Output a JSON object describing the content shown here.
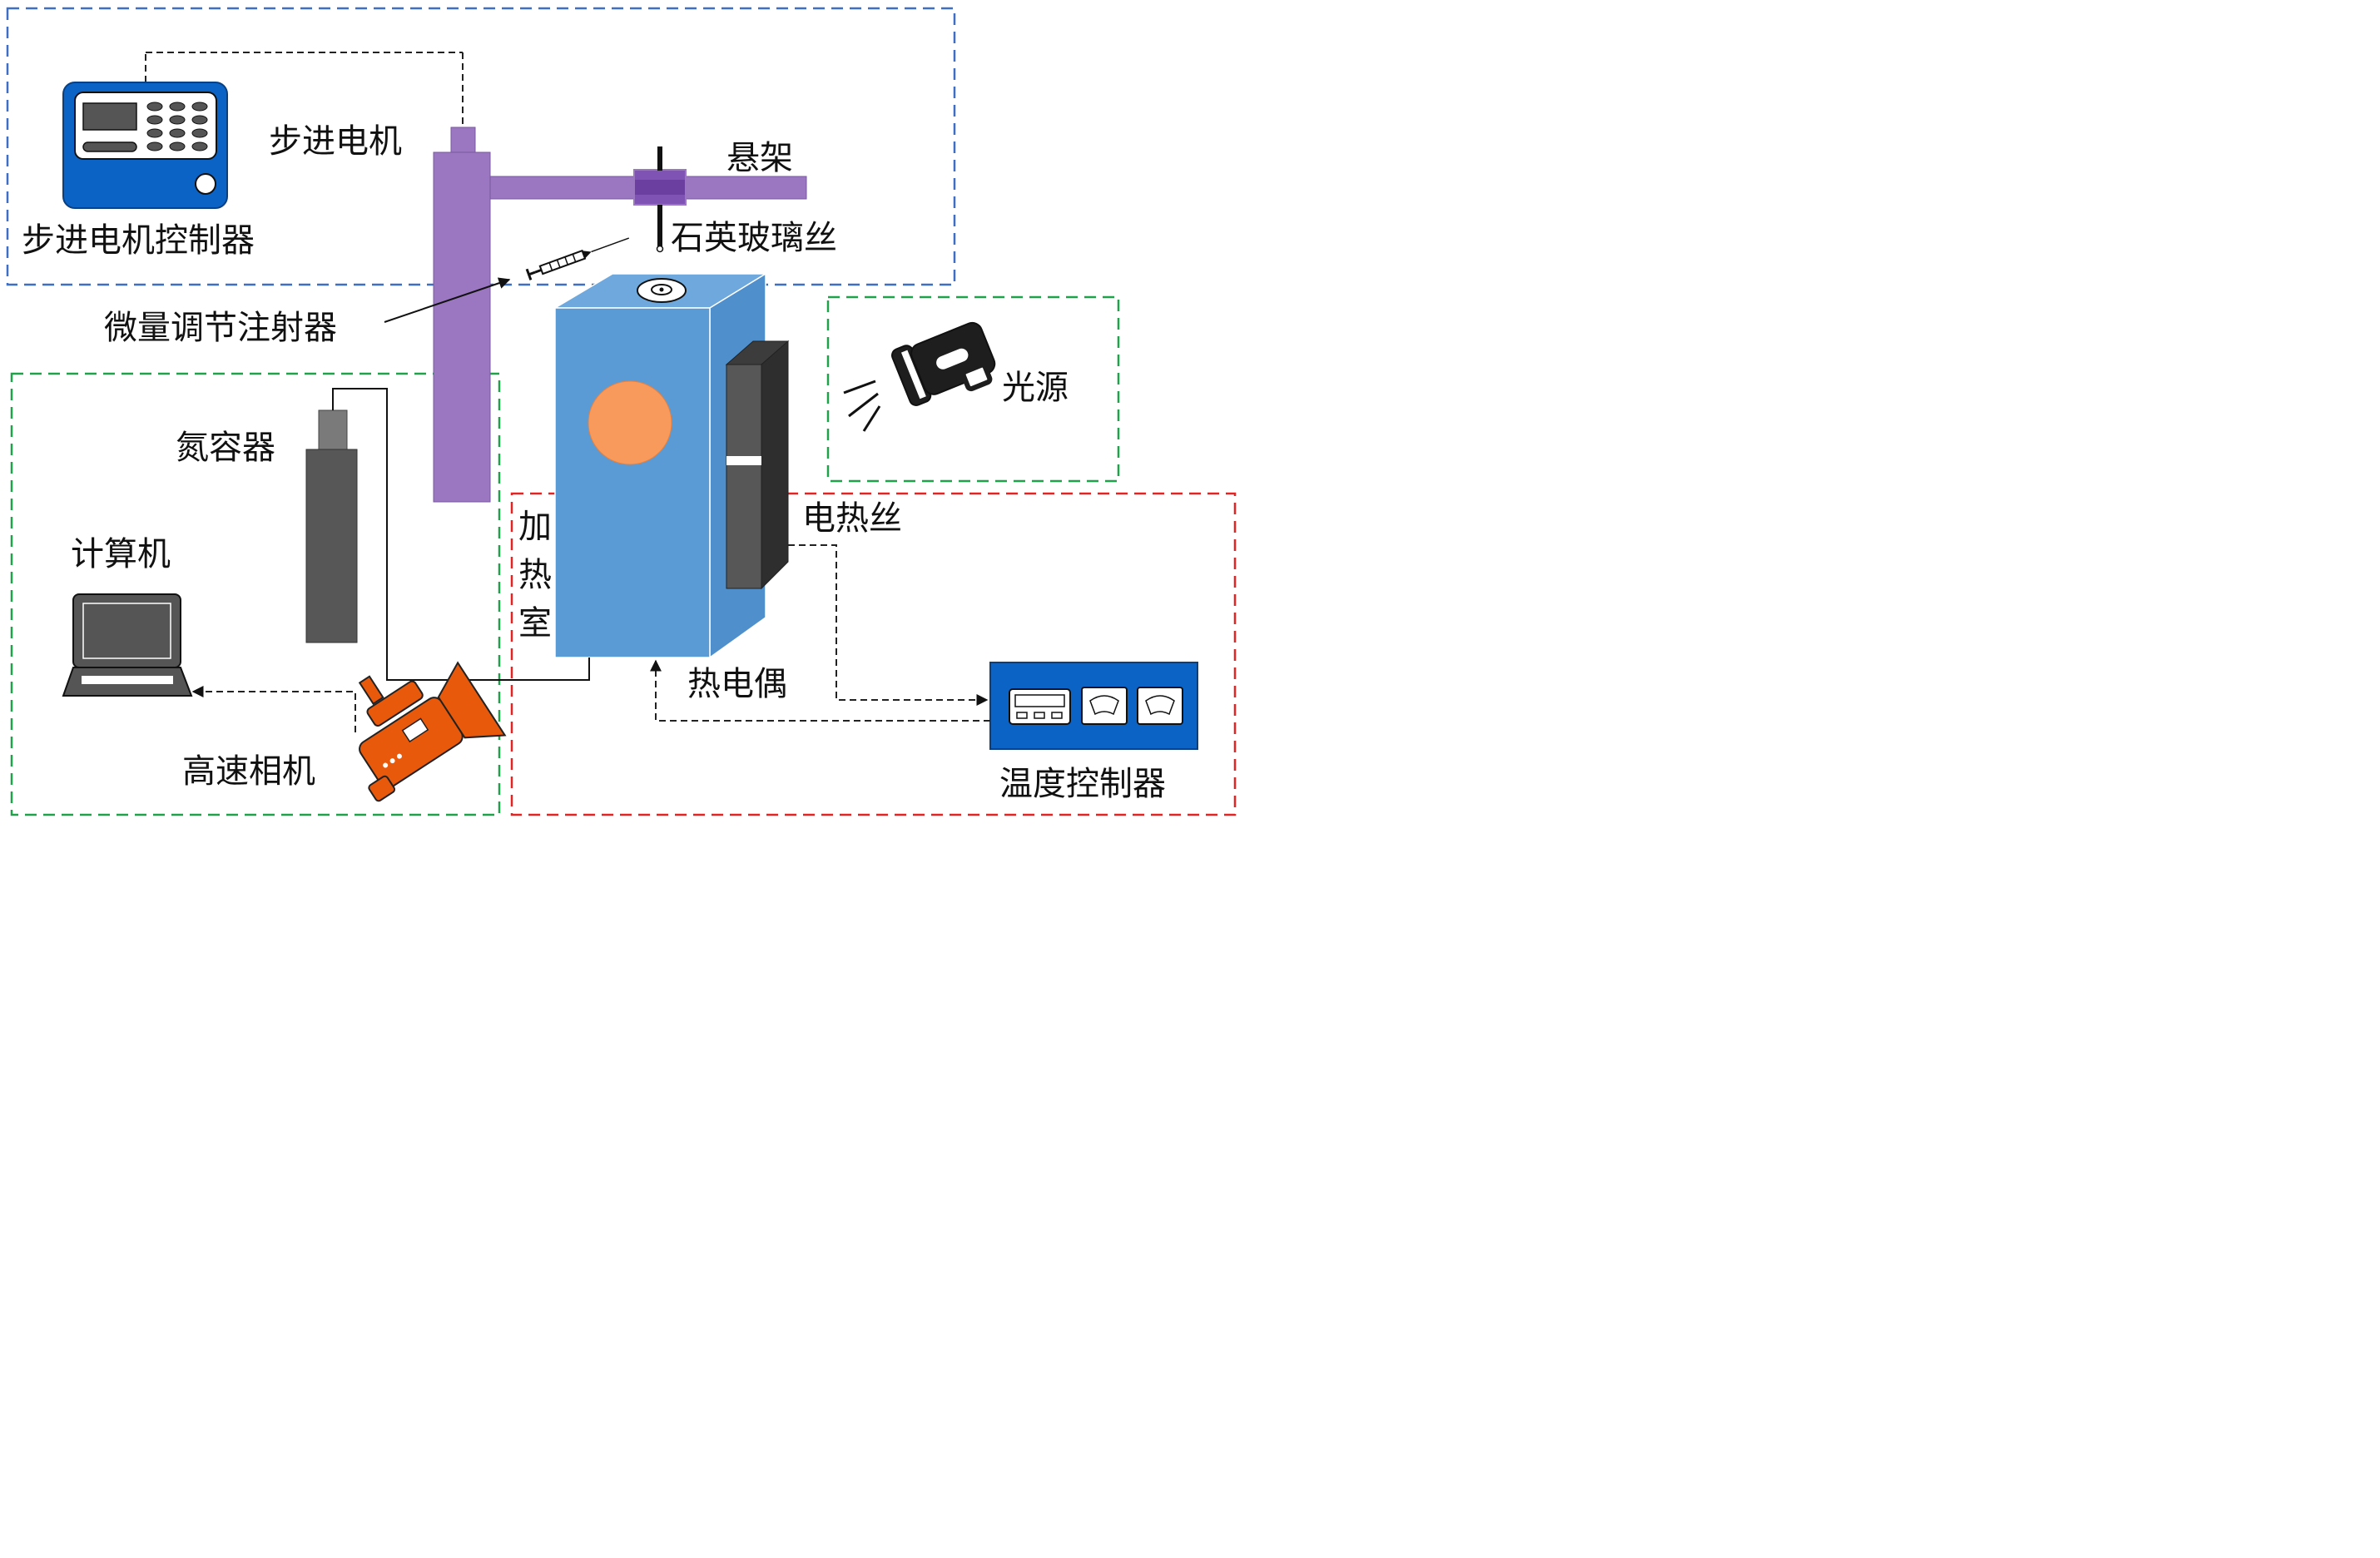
{
  "colors": {
    "region_blue": "#3F6FC4",
    "region_green": "#1FA24A",
    "region_red": "#E32424",
    "stand_purple": "#9B77C1",
    "chamber_blue": "#5B9BD5",
    "window_orange": "#F79A5B",
    "heater_gray": "#505050",
    "camera_orange": "#E8590C",
    "device_blue": "#0B63C5"
  },
  "labels": {
    "stepper_motor_controller": "步进电机控制器",
    "stepper_motor": "步进电机",
    "suspension_frame": "悬架",
    "quartz_fiber": "石英玻璃丝",
    "micro_syringe": "微量调节注射器",
    "nitrogen_container": "氮容器",
    "computer": "计算机",
    "high_speed_camera": "高速相机",
    "heating_chamber": "加热室",
    "heating_wire": "电热丝",
    "light_source": "光源",
    "thermocouple": "热电偶",
    "temperature_controller": "温度控制器"
  },
  "icons": {
    "controller": "keypad-controller-icon",
    "syringe": "syringe-icon",
    "nitrogen": "gas-cylinder-icon",
    "computer": "laptop-icon",
    "camera": "video-camera-icon",
    "light": "flashlight-icon",
    "temp_controller": "temperature-controller-icon"
  }
}
